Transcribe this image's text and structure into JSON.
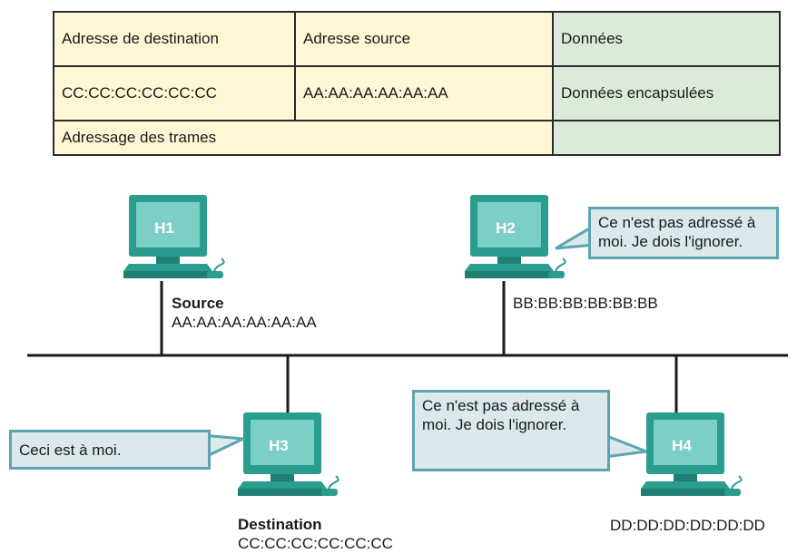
{
  "frame_table": {
    "headers": {
      "destination": "Adresse de destination",
      "source": "Adresse source",
      "data": "Données"
    },
    "values": {
      "destination": "CC:CC:CC:CC:CC:CC",
      "source": "AA:AA:AA:AA:AA:AA",
      "data": "Données encapsulées"
    },
    "footer": {
      "addressing": "Adressage des trames",
      "empty": ""
    },
    "colors": {
      "address_cells": "#fff6d6",
      "data_cells": "#dcebd9",
      "border": "#2b2b2b"
    }
  },
  "hosts": {
    "h1": {
      "label": "H1",
      "role": "Source",
      "mac": "AA:AA:AA:AA:AA:AA"
    },
    "h2": {
      "label": "H2",
      "mac": "BB:BB:BB:BB:BB:BB",
      "bubble": "Ce n'est pas adressé à moi. Je dois l'ignorer."
    },
    "h3": {
      "label": "H3",
      "role": "Destination",
      "mac": "CC:CC:CC:CC:CC:CC",
      "bubble": "Ceci est à moi."
    },
    "h4": {
      "label": "H4",
      "mac": "DD:DD:DD:DD:DD:DD",
      "bubble": "Ce n'est pas adressé à moi. Je dois l'ignorer."
    }
  },
  "icons": {
    "host": "computer-icon"
  },
  "colors": {
    "computer": "#2a9d8f",
    "screen": "#7ccfc5",
    "bubble_fill": "#dbe9ec",
    "bubble_border": "#5da3b1",
    "wire": "#1a1a1a"
  }
}
